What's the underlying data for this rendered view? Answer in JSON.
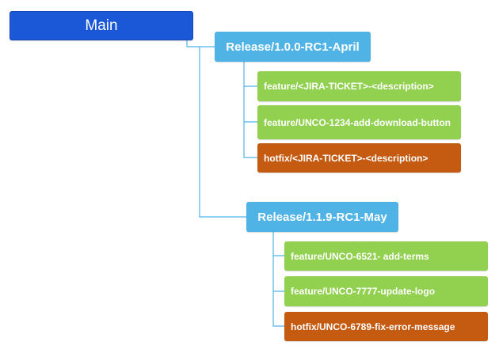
{
  "diagram": {
    "root": {
      "label": "Main"
    },
    "releases": [
      {
        "label": "Release/1.0.0-RC1-April",
        "branches": [
          {
            "label": "feature/<JIRA-TICKET>-<description>",
            "kind": "feature"
          },
          {
            "label": "feature/UNCO-1234-add-download-button",
            "kind": "feature"
          },
          {
            "label": "hotfix/<JIRA-TICKET>-<description>",
            "kind": "hotfix"
          }
        ]
      },
      {
        "label": "Release/1.1.9-RC1-May",
        "branches": [
          {
            "label": "feature/UNCO-6521- add-terms",
            "kind": "feature"
          },
          {
            "label": "feature/UNCO-7777-update-logo",
            "kind": "feature"
          },
          {
            "label": "hotfix/UNCO-6789-fix-error-message",
            "kind": "hotfix"
          }
        ]
      }
    ],
    "colors": {
      "root": "#1b58d8",
      "release": "#4fb3e6",
      "feature": "#92d050",
      "hotfix": "#c55a11",
      "connector": "#4fb3e6"
    }
  }
}
